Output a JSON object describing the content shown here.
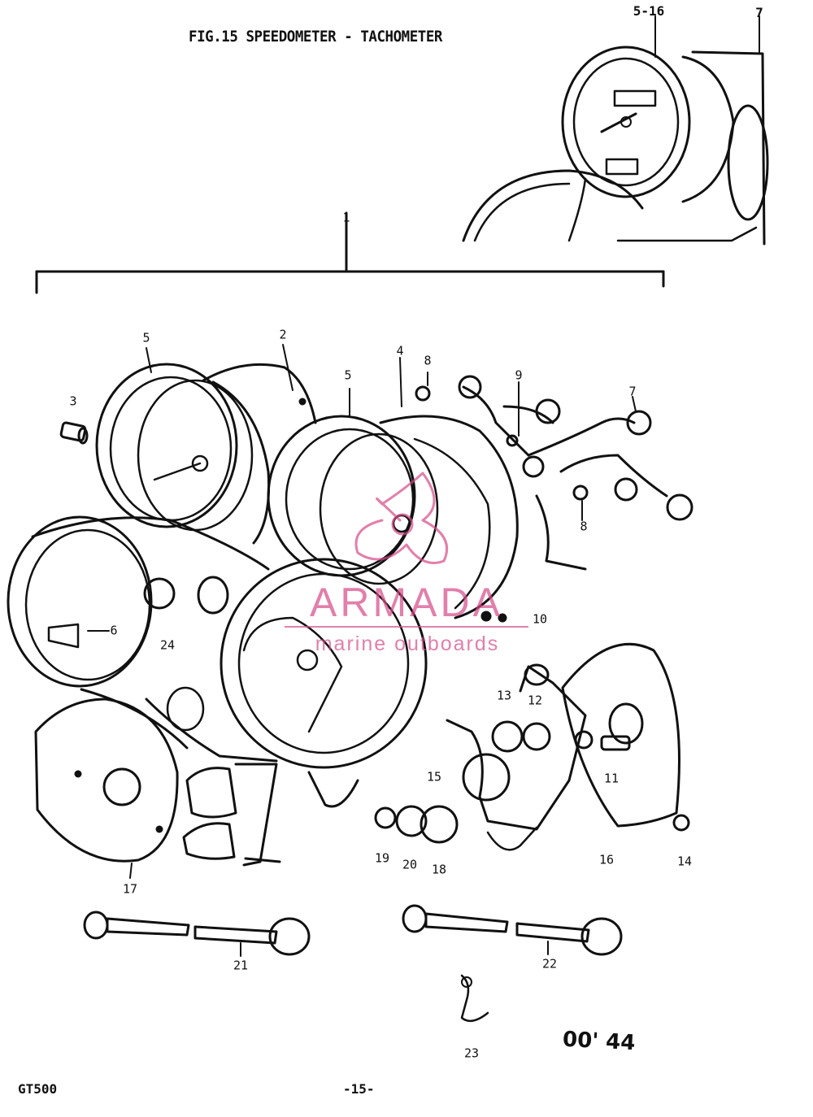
{
  "figure": {
    "title": "FIG.15 SPEEDOMETER - TACHOMETER",
    "model": "GT500",
    "page": "-15-",
    "stamp": "00' 44"
  },
  "callouts": {
    "c1": "1",
    "c2": "2",
    "c3": "3",
    "c4": "4",
    "c5a": "5",
    "c5b": "5",
    "c6": "6",
    "c7a": "7",
    "c7b": "7",
    "c8a": "8",
    "c8b": "8",
    "c9": "9",
    "c10": "10",
    "c11": "11",
    "c12": "12",
    "c13": "13",
    "c14": "14",
    "c15": "15",
    "c16": "16",
    "c17": "17",
    "c18": "18",
    "c19": "19",
    "c20": "20",
    "c21": "21",
    "c22": "22",
    "c23": "23",
    "c24": "24",
    "ref": "5-16"
  },
  "watermark": {
    "name": "ARMADA",
    "tagline": "marine outboards",
    "color": "#d64a88"
  },
  "icons": [
    "speedometer-gauge",
    "tachometer-gauge",
    "meter-case",
    "bulb-socket",
    "meter-cable",
    "mounting-bracket"
  ]
}
